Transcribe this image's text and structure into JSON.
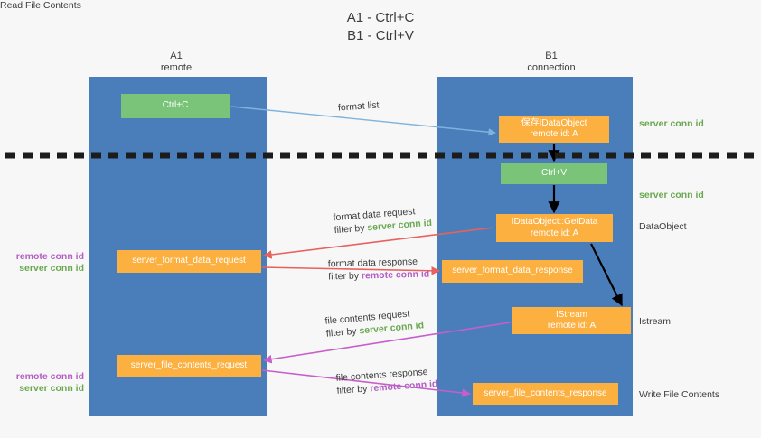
{
  "title": "A1 - Ctrl+C\nB1 - Ctrl+V",
  "columns": {
    "a": "A1\nremote",
    "b": "B1\nconnection"
  },
  "boxes": {
    "ctrl_c": "Ctrl+C",
    "idataobject": "保存IDataObject\nremote id: A",
    "ctrl_v": "Ctrl+V",
    "getdata": "IDataObject::GetData\nremote id: A",
    "server_format_data_request": "server_format_data_request",
    "server_format_data_response": "server_format_data_response",
    "istream": "IStream\nremote id: A",
    "server_file_contents_request": "server_file_contents_request",
    "server_file_contents_response": "server_file_contents_response"
  },
  "right_labels": {
    "server_conn_id_1": "server conn id",
    "server_conn_id_2": "server conn id",
    "dataobject": "DataObject",
    "istream": "Istream",
    "write_file_contents": "Write File Contents"
  },
  "left_labels": {
    "remote_conn_id_1": "remote conn id",
    "server_conn_id_1": "server conn id",
    "read_file_contents": "Read File Contents",
    "remote_conn_id_2": "remote conn id",
    "server_conn_id_2": "server conn id"
  },
  "flows": {
    "format_list": "format list",
    "format_data_request": "format data request",
    "format_data_request_filter_prefix": "filter by ",
    "format_data_request_filter_value": "server conn id",
    "format_data_response": "format data response",
    "format_data_response_filter_prefix": "filter by ",
    "format_data_response_filter_value": "remote conn id",
    "file_contents_request": "file contents request",
    "file_contents_request_filter_prefix": "filter by ",
    "file_contents_request_filter_value": "server conn id",
    "file_contents_response": "file contents response",
    "file_contents_response_filter_prefix": "filter by ",
    "file_contents_response_filter_value": "remote conn id"
  },
  "colors": {
    "lane": "#4a7ebb",
    "green_box": "#7ac47a",
    "orange_box": "#fbb040",
    "server_conn_id": "#6aa84f",
    "remote_conn_id": "#b45ec4",
    "arrow_blue": "#7fb3dd",
    "arrow_red": "#e8615c",
    "arrow_magenta": "#c75ec9",
    "arrow_black": "#000000",
    "divider": "#1c1c1c",
    "background": "#f7f7f7"
  }
}
